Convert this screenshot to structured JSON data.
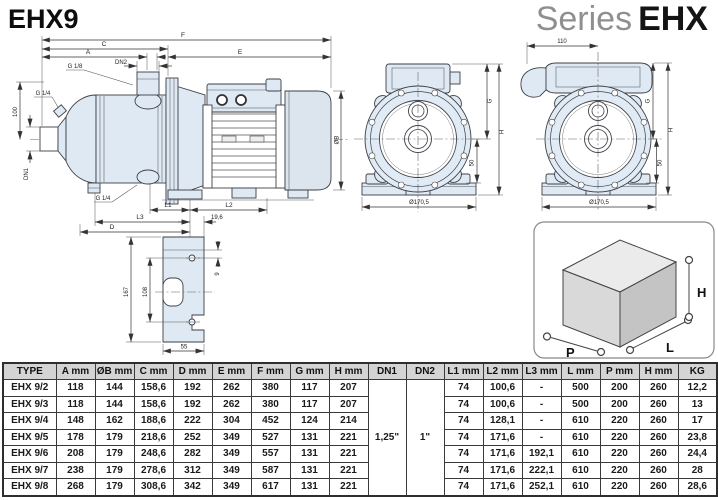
{
  "page": {
    "title_left": "EHX9",
    "series_light": "Series",
    "series_bold": "EHX"
  },
  "drawing": {
    "side_view": {
      "f": "F",
      "c": "C",
      "a": "A",
      "e": "E",
      "dn2": "DN2",
      "g18": "G 1/8",
      "g14_top": "G 1/4",
      "g14_bottom": "G 1/4",
      "v100": "100",
      "dn1": "DN1",
      "ob": "ØB",
      "l1": "L1",
      "l2": "L2",
      "l3": "L3",
      "v196": "19,6",
      "d": "D"
    },
    "flange_detail": {
      "h167": "167",
      "h108": "108",
      "d9": "9",
      "w55": "55"
    },
    "front_view_motor": {
      "g": "G",
      "h": "H",
      "f50": "50",
      "dia": "Ø170,5"
    },
    "front_view_cover": {
      "w110": "110",
      "g": "G",
      "h": "H",
      "f50": "50",
      "dia": "Ø170,5"
    },
    "package_box": {
      "p": "P",
      "l": "L",
      "h": "H"
    }
  },
  "table": {
    "headers": [
      "TYPE",
      "A mm",
      "ØB mm",
      "C mm",
      "D mm",
      "E mm",
      "F mm",
      "G mm",
      "H mm",
      "DN1",
      "DN2",
      "L1 mm",
      "L2 mm",
      "L3 mm",
      "L mm",
      "P mm",
      "H mm",
      "KG"
    ],
    "dn1_value": "1,25\"",
    "dn2_value": "1\"",
    "rows": [
      {
        "cells": [
          "EHX 9/2",
          "118",
          "144",
          "158,6",
          "192",
          "262",
          "380",
          "117",
          "207",
          "74",
          "100,6",
          "-",
          "500",
          "200",
          "260",
          "12,2"
        ]
      },
      {
        "cells": [
          "EHX 9/3",
          "118",
          "144",
          "158,6",
          "192",
          "262",
          "380",
          "117",
          "207",
          "74",
          "100,6",
          "-",
          "500",
          "200",
          "260",
          "13"
        ]
      },
      {
        "cells": [
          "EHX 9/4",
          "148",
          "162",
          "188,6",
          "222",
          "304",
          "452",
          "124",
          "214",
          "74",
          "128,1",
          "-",
          "610",
          "220",
          "260",
          "17"
        ]
      },
      {
        "cells": [
          "EHX 9/5",
          "178",
          "179",
          "218,6",
          "252",
          "349",
          "527",
          "131",
          "221",
          "74",
          "171,6",
          "-",
          "610",
          "220",
          "260",
          "23,8"
        ]
      },
      {
        "cells": [
          "EHX 9/6",
          "208",
          "179",
          "248,6",
          "282",
          "349",
          "557",
          "131",
          "221",
          "74",
          "171,6",
          "192,1",
          "610",
          "220",
          "260",
          "24,4"
        ]
      },
      {
        "cells": [
          "EHX 9/7",
          "238",
          "179",
          "278,6",
          "312",
          "349",
          "587",
          "131",
          "221",
          "74",
          "171,6",
          "222,1",
          "610",
          "220",
          "260",
          "28"
        ]
      },
      {
        "cells": [
          "EHX 9/8",
          "268",
          "179",
          "308,6",
          "342",
          "349",
          "617",
          "131",
          "221",
          "74",
          "171,6",
          "252,1",
          "610",
          "220",
          "260",
          "28,6"
        ]
      }
    ]
  },
  "colors": {
    "drawing_fill": "#dfe9f4",
    "header_bg": "#d4d4d4",
    "line": "#3c3f46"
  }
}
